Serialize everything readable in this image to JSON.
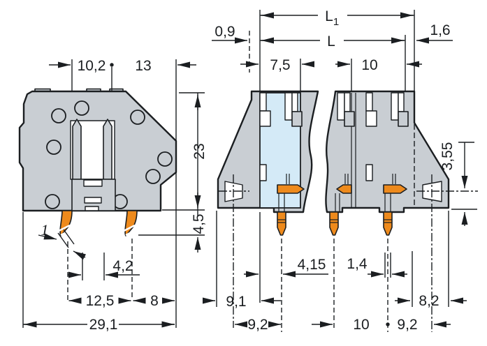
{
  "colors": {
    "ink": "#1b1e21",
    "body": "#c9ced3",
    "section": "#d4eaf7",
    "contact": "#ee8a1c",
    "bg": "#ffffff"
  },
  "labels": {
    "d10_2": "10,2",
    "d13": "13",
    "d23": "23",
    "d4_5": "4,5",
    "d1": "1",
    "d4_2": "4,2",
    "d12_5": "12,5",
    "d8": "8",
    "d29_1": "29,1",
    "d0_9": "0,9",
    "dL1_main": "L",
    "dL1_sub": "1",
    "dL": "L",
    "d1_6": "1,6",
    "d7_5": "7,5",
    "d10_top": "10",
    "d3_55": "3,55",
    "d4_15": "4,15",
    "d1_4": "1,4",
    "d9_1": "9,1",
    "d9_2_left": "9,2",
    "d10_bottom": "10",
    "d9_2_right": "9,2",
    "d8_2": "8,2"
  }
}
